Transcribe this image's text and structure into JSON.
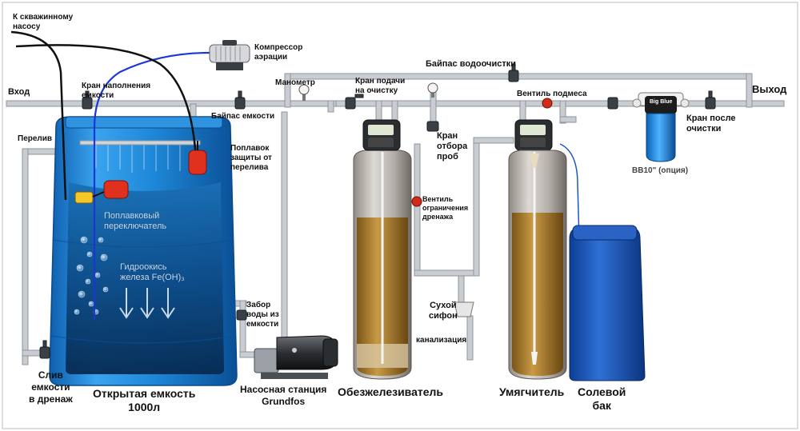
{
  "labels": {
    "well_pump": "К скважинному\nнасосу",
    "compressor": "Компрессор\nаэрации",
    "inlet": "Вход",
    "fill_valve": "Кран наполнения\nемкости",
    "manometer": "Манометр",
    "supply_valve": "Кран подачи\nна очистку",
    "bypass_treatment": "Байпас водоочистки",
    "outlet": "Выход",
    "mix_valve": "Вентиль подмеса",
    "tank_bypass": "Байпас емкости",
    "overflow": "Перелив",
    "float_protection": "Поплавок\nзащиты от\nперелива",
    "sample_valve": "Кран\nотбора\nпроб",
    "post_valve": "Кран после\nочистки",
    "bb10": "BB10\" (опция)",
    "drain_limit": "Вентиль\nограничения\nдренажа",
    "float_switch": "Поплавковый\nпереключатель",
    "iron_hydroxide": "Гидроокись\nжелеза Fe(OH)₃",
    "water_intake": "Забор\nводы из\nемкости",
    "dry_siphon": "Сухой\nсифон",
    "sewer": "канализация",
    "drain_tank": "Слив\nемкости\nв дренаж",
    "open_tank": "Открытая емкость\n1000л",
    "pump_station": "Насосная станция\nGrundfos",
    "iron_remover": "Обезжелезиватель",
    "softener": "Умягчитель",
    "brine_tank": "Солевой\nбак",
    "filter_brand": "Big Blue"
  },
  "colors": {
    "tank_blue": "#1f86d6",
    "pipe_gray": "#c9cdd2",
    "pipe_edge": "#8e959c",
    "media_brown": "#a87a2c",
    "air_tube": "#1a36d8",
    "float_red": "#e0301e"
  },
  "icons": [
    "compressor-icon",
    "pump-icon",
    "manometer-icon",
    "valve-icon",
    "float-icon",
    "filter-housing-icon",
    "control-head-icon"
  ]
}
